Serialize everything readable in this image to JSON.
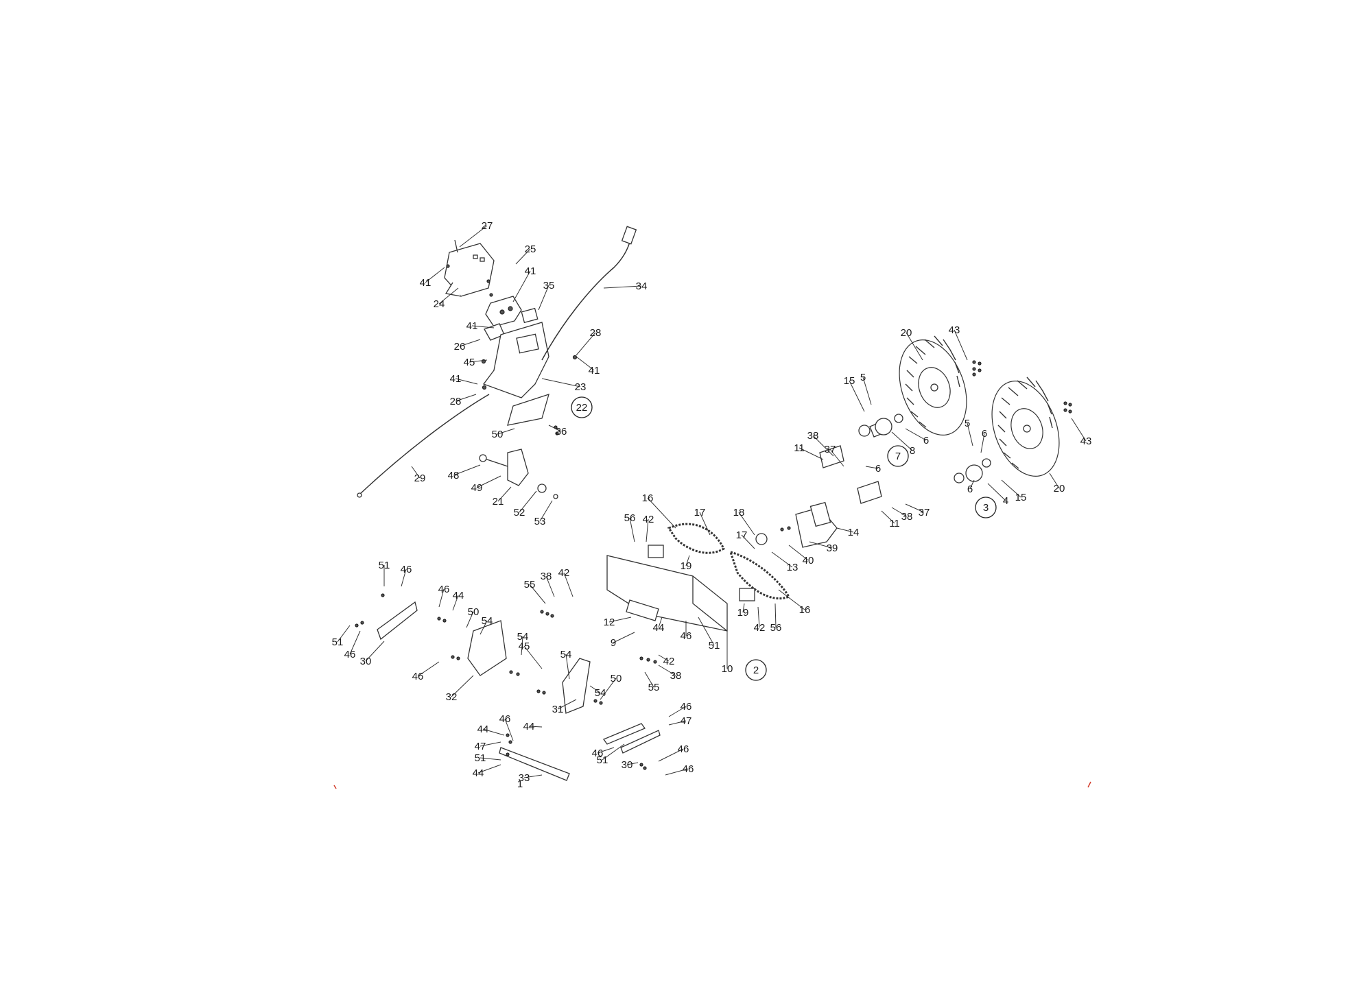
{
  "callouts": [
    "27",
    "41",
    "25",
    "41",
    "35",
    "24",
    "34",
    "41",
    "28",
    "26",
    "45",
    "41",
    "23",
    "41",
    "28",
    "22",
    "50",
    "36",
    "29",
    "48",
    "49",
    "21",
    "52",
    "53",
    "20",
    "43",
    "15",
    "5",
    "6",
    "7",
    "8",
    "37",
    "38",
    "11",
    "6",
    "5",
    "6",
    "43",
    "6",
    "3",
    "4",
    "15",
    "20",
    "11",
    "38",
    "37",
    "14",
    "39",
    "40",
    "13",
    "18",
    "17",
    "16",
    "17",
    "19",
    "42",
    "56",
    "16",
    "19",
    "42",
    "56",
    "51",
    "46",
    "46",
    "44",
    "50",
    "54",
    "51",
    "46",
    "30",
    "46",
    "32",
    "55",
    "38",
    "42",
    "54",
    "45",
    "54",
    "12",
    "9",
    "44",
    "46",
    "51",
    "10",
    "2",
    "42",
    "38",
    "55",
    "50",
    "54",
    "31",
    "44",
    "46",
    "44",
    "47",
    "46",
    "47",
    "46",
    "51",
    "30",
    "46",
    "51",
    "46",
    "44",
    "33",
    "1"
  ]
}
